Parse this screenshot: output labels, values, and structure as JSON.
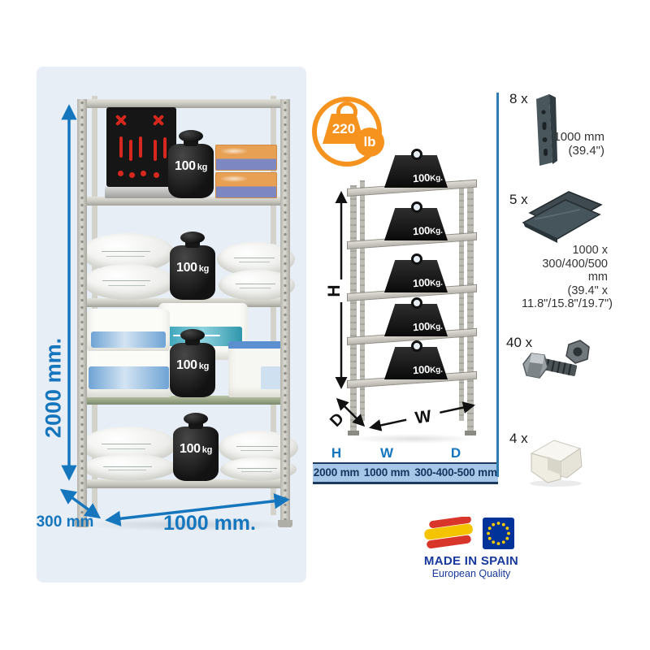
{
  "colors": {
    "panel_bg": "#e7eef6",
    "accent_blue": "#1576bd",
    "badge_orange": "#f6921e",
    "table_band": "#a6c7e7",
    "table_navy": "#16355e",
    "origin_navy": "#16399b",
    "separator_blue": "#2e7cb2",
    "eu_blue": "#003399",
    "star_yellow": "#ffcc00",
    "flag_red": "#d8362a",
    "flag_yellow": "#f5c400"
  },
  "photo_panel": {
    "height_label": "2000 mm.",
    "depth_label": "300 mm",
    "width_label": "1000 mm.",
    "weight_value": "100",
    "weight_unit": "kg"
  },
  "capacity_badge": {
    "value": "220",
    "unit": "lb"
  },
  "diagram": {
    "weight_value": "100",
    "weight_unit": "Kg.",
    "dim_h": "H",
    "dim_w": "W",
    "dim_d": "D"
  },
  "size_table": {
    "headers": [
      "H",
      "W",
      "D"
    ],
    "values": [
      "2000 mm",
      "1000 mm",
      "300-400-500 mm"
    ]
  },
  "parts": [
    {
      "qty": "8 x",
      "lines": [
        "1000 mm",
        "(39.4\")"
      ]
    },
    {
      "qty": "5 x",
      "lines": [
        "1000 x",
        "300/400/500 mm",
        "(39.4\" x",
        "11.8\"/15.8\"/19.7\")"
      ]
    },
    {
      "qty": "40 x",
      "lines": []
    },
    {
      "qty": "4 x",
      "lines": []
    }
  ],
  "origin_badge": {
    "title": "MADE IN SPAIN",
    "subtitle": "European Quality"
  }
}
